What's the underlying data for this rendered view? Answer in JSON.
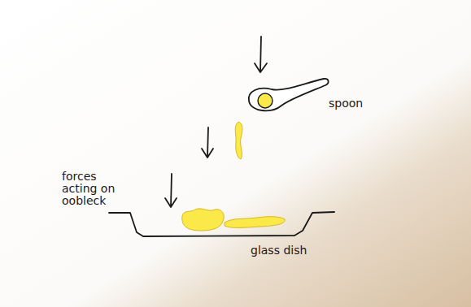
{
  "diagram": {
    "labels": [
      "spoon",
      "forces acting on oobleck",
      "glass dish"
    ]
  }
}
